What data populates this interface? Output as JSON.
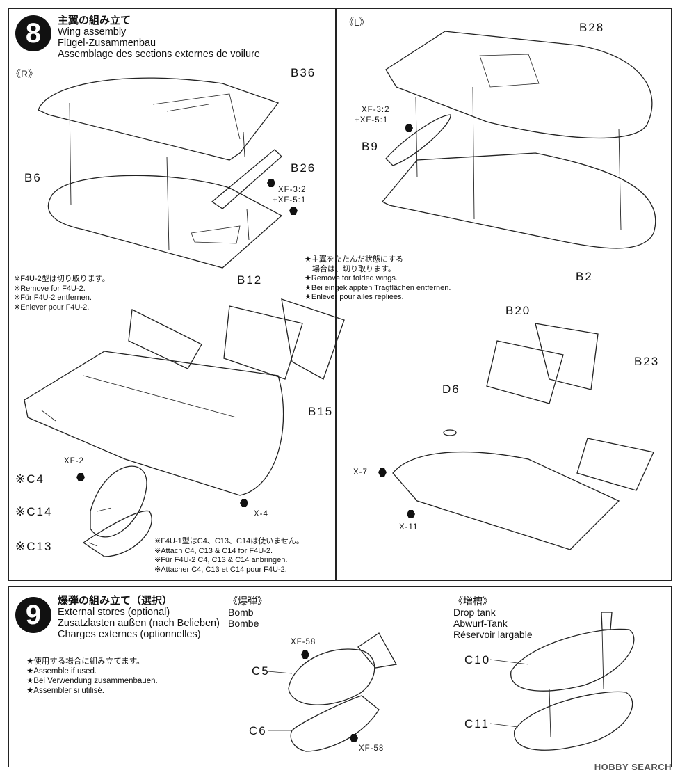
{
  "step8": {
    "number": "8",
    "title_jp": "主翼の組み立て",
    "title_en": "Wing assembly",
    "title_de": "Flügel-Zusammenbau",
    "title_fr": "Assemblage des sections externes de voilure",
    "side_r": "《R》",
    "side_l": "《L》",
    "parts": {
      "b36": "B36",
      "b26": "B26",
      "b6": "B6",
      "b28": "B28",
      "b9": "B9",
      "b2": "B2",
      "b12": "B12",
      "b15": "B15",
      "b20": "B20",
      "b23": "B23",
      "d6": "D6",
      "c4": "※C4",
      "c14": "※C14",
      "c13": "※C13"
    },
    "screws": {
      "xf3_r": "XF-3:2",
      "xf5_r": "+XF-5:1",
      "xf3_l": "XF-3:2",
      "xf5_l": "+XF-5:1",
      "xf2": "XF-2",
      "x4": "X-4",
      "x7": "X-7",
      "x11": "X-11"
    },
    "note_f4u2": [
      "※F4U-2型は切り取ります。",
      "※Remove for F4U-2.",
      "※Für F4U-2 entfernen.",
      "※Enlever pour F4U-2."
    ],
    "note_folded": [
      "★主翼をたたんだ状態にする",
      "　場合は、切り取ります。",
      "★Remove for folded wings.",
      "★Bei eingeklappten Tragflächen entfernen.",
      "★Enlever pour ailes repliées."
    ],
    "note_f4u1": [
      "※F4U-1型はC4、C13、C14は使いません。",
      "※Attach C4, C13 & C14 for F4U-2.",
      "※Für F4U-2 C4, C13 & C14 anbringen.",
      "※Attacher C4, C13 et C14 pour F4U-2."
    ]
  },
  "step9": {
    "number": "9",
    "title_jp": "爆弾の組み立て（選択）",
    "title_en": "External stores (optional)",
    "title_de": "Zusatzlasten außen (nach Belieben)",
    "title_fr": "Charges externes (optionnelles)",
    "note": [
      "★使用する場合に組み立てます。",
      "★Assemble if used.",
      "★Bei Verwendung zusammenbauen.",
      "★Assembler si utilisé."
    ],
    "bomb_jp": "《爆弾》",
    "bomb_en": "Bomb",
    "bomb_fr": "Bombe",
    "tank_jp": "《増槽》",
    "tank_en": "Drop tank",
    "tank_de": "Abwurf-Tank",
    "tank_fr": "Réservoir largable",
    "parts": {
      "c5": "C5",
      "c6": "C6",
      "c10": "C10",
      "c11": "C11"
    },
    "screws": {
      "xf58_top": "XF-58",
      "xf58_bottom": "XF-58"
    }
  },
  "watermark": "HOBBY SEARCH"
}
